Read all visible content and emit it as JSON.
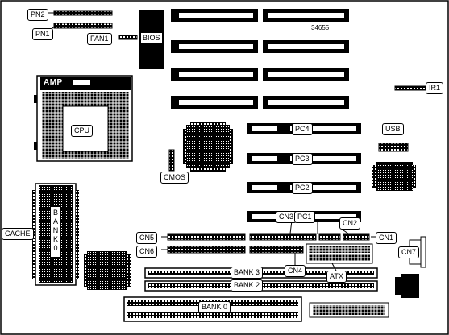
{
  "board_id": "34655",
  "labels": {
    "pn2": "PN2",
    "pn1": "PN1",
    "fan1": "FAN1",
    "bios": "BIOS",
    "amp": "AMP",
    "cpu": "CPU",
    "cmos": "CMOS",
    "ir1": "IR1",
    "usb": "USB",
    "pc4": "PC4",
    "pc3": "PC3",
    "pc2": "PC2",
    "pc1": "PC1",
    "cn3": "CN3",
    "cn2": "CN2",
    "cn1": "CN1",
    "cn5": "CN5",
    "cn6": "CN6",
    "cn4": "CN4",
    "cn7": "CN7",
    "cache": "CACHE",
    "bank_vertical": [
      "B",
      "A",
      "N",
      "K",
      "0"
    ],
    "bank3": "BANK 3",
    "bank2": "BANK 2",
    "bank0": "BANK 0",
    "atx": "ATX"
  }
}
